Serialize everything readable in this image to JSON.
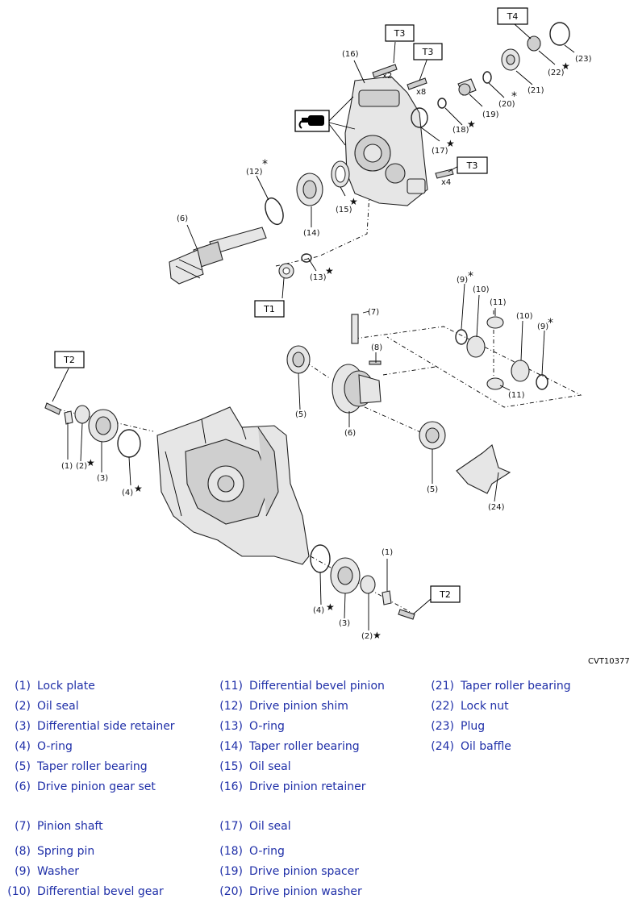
{
  "figure_code": "CVT10377",
  "torque_labels": {
    "t1": "T1",
    "t2": "T2",
    "t3": "T3",
    "t4": "T4"
  },
  "quantities": {
    "x2": "x2",
    "x8": "x8",
    "x4": "x4"
  },
  "callouts": {
    "c1": "(1)",
    "c2": "(2)",
    "c3": "(3)",
    "c4": "(4)",
    "c5": "(5)",
    "c6": "(6)",
    "c7": "(7)",
    "c8": "(8)",
    "c9": "(9)",
    "c10": "(10)",
    "c11": "(11)",
    "c12": "(12)",
    "c13": "(13)",
    "c14": "(14)",
    "c15": "(15)",
    "c16": "(16)",
    "c17": "(17)",
    "c18": "(18)",
    "c19": "(19)",
    "c20": "(20)",
    "c21": "(21)",
    "c22": "(22)",
    "c23": "(23)",
    "c24": "(24)"
  },
  "marks": {
    "star": "★",
    "asterisk": "*"
  },
  "legend": [
    {
      "num": "(1)",
      "name": "Lock plate"
    },
    {
      "num": "(2)",
      "name": "Oil seal"
    },
    {
      "num": "(3)",
      "name": "Differential side retainer"
    },
    {
      "num": "(4)",
      "name": "O-ring"
    },
    {
      "num": "(5)",
      "name": "Taper roller bearing"
    },
    {
      "num": "(6)",
      "name": "Drive pinion gear set"
    },
    {
      "num": "(7)",
      "name": "Pinion shaft"
    },
    {
      "num": "(8)",
      "name": "Spring pin"
    },
    {
      "num": "(9)",
      "name": "Washer"
    },
    {
      "num": "(10)",
      "name": "Differential bevel gear"
    },
    {
      "num": "(11)",
      "name": "Differential bevel pinion"
    },
    {
      "num": "(12)",
      "name": "Drive pinion shim"
    },
    {
      "num": "(13)",
      "name": "O-ring"
    },
    {
      "num": "(14)",
      "name": "Taper roller bearing"
    },
    {
      "num": "(15)",
      "name": "Oil seal"
    },
    {
      "num": "(16)",
      "name": "Drive pinion retainer"
    },
    {
      "num": "(17)",
      "name": "Oil seal"
    },
    {
      "num": "(18)",
      "name": "O-ring"
    },
    {
      "num": "(19)",
      "name": "Drive pinion spacer"
    },
    {
      "num": "(20)",
      "name": "Drive pinion washer"
    },
    {
      "num": "(21)",
      "name": "Taper roller bearing"
    },
    {
      "num": "(22)",
      "name": "Lock nut"
    },
    {
      "num": "(23)",
      "name": "Plug"
    },
    {
      "num": "(24)",
      "name": "Oil baffle"
    }
  ]
}
